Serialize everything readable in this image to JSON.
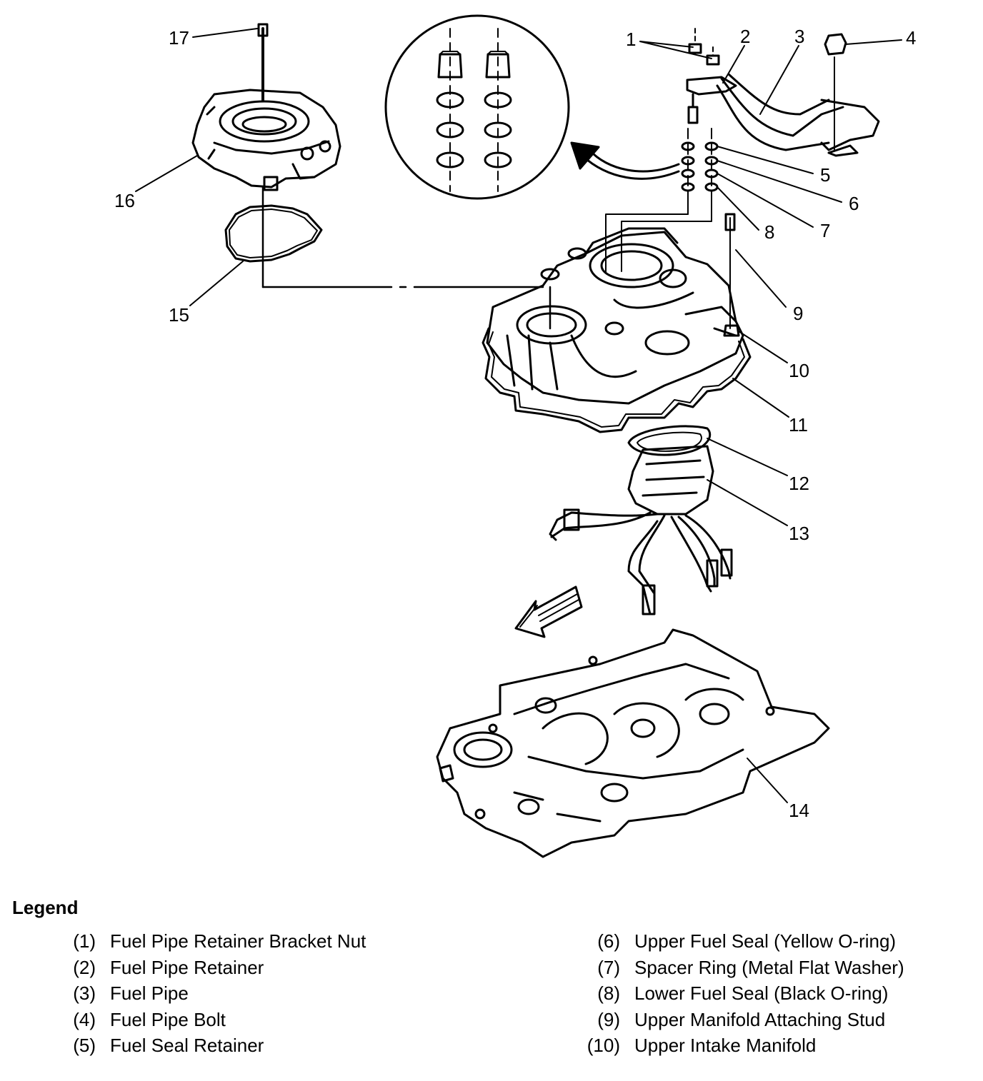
{
  "callouts": {
    "c1": "1",
    "c2": "2",
    "c3": "3",
    "c4": "4",
    "c5": "5",
    "c6": "6",
    "c7": "7",
    "c8": "8",
    "c9": "9",
    "c10": "10",
    "c11": "11",
    "c12": "12",
    "c13": "13",
    "c14": "14",
    "c15": "15",
    "c16": "16",
    "c17": "17"
  },
  "legend": {
    "title": "Legend",
    "left": [
      {
        "num": "(1)",
        "label": "Fuel Pipe Retainer Bracket Nut"
      },
      {
        "num": "(2)",
        "label": "Fuel Pipe Retainer"
      },
      {
        "num": "(3)",
        "label": "Fuel Pipe"
      },
      {
        "num": "(4)",
        "label": "Fuel Pipe Bolt"
      },
      {
        "num": "(5)",
        "label": "Fuel Seal Retainer"
      }
    ],
    "right": [
      {
        "num": "(6)",
        "label": "Upper Fuel Seal (Yellow O-ring)"
      },
      {
        "num": "(7)",
        "label": "Spacer Ring (Metal Flat Washer)"
      },
      {
        "num": "(8)",
        "label": "Lower Fuel Seal (Black O-ring)"
      },
      {
        "num": "(9)",
        "label": "Upper Manifold Attaching Stud"
      },
      {
        "num": "(10)",
        "label": "Upper Intake Manifold"
      }
    ]
  }
}
